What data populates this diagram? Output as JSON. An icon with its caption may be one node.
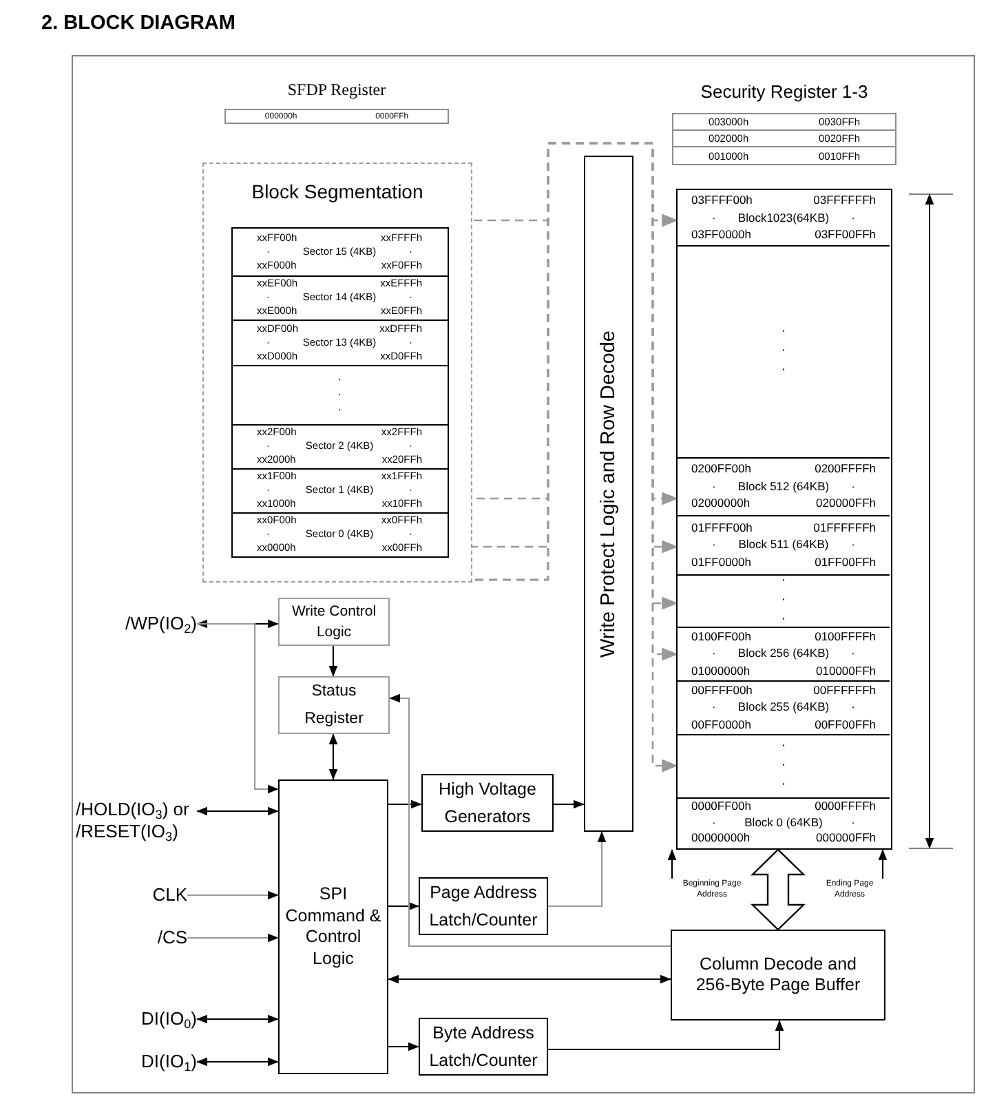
{
  "diagram": {
    "title": "2. BLOCK DIAGRAM",
    "nodes": [
      {
        "text": [
          "SFDP Register",
          "000000h",
          "0000FFh"
        ]
      },
      {
        "text": [
          "Security Register 1-3"
        ]
      },
      {
        "text": [
          "003000h",
          "0030FFh"
        ],
        "in": 1
      },
      {
        "text": [
          "002000h",
          "0020FFh"
        ],
        "in": 1
      },
      {
        "text": [
          "001000h",
          "0010FFh"
        ],
        "in": 1
      },
      {
        "text": [
          "Block Segmentation"
        ]
      },
      {
        "text": [
          "xxFF00h",
          "xxFFFFh",
          "·",
          "Sector 15 (4KB)",
          "·",
          "xxF000h",
          "xxF0FFh"
        ],
        "in": 5
      },
      {
        "text": [
          "xxEF00h",
          "xxEFFFh",
          "·",
          "Sector 14 (4KB)",
          "·",
          "xxE000h",
          "xxE0FFh"
        ],
        "in": 5
      },
      {
        "text": [
          "xxDF00h",
          "xxDFFFh",
          "·",
          "Sector 13 (4KB)",
          "·",
          "xxD000h",
          "xxD0FFh"
        ],
        "in": 5
      },
      {
        "text": [
          "· · ·"
        ],
        "in": 5
      },
      {
        "text": [
          "xx2F00h",
          "xx2FFFh",
          "·",
          "Sector 2 (4KB)",
          "·",
          "xx2000h",
          "xx20FFh"
        ],
        "in": 5
      },
      {
        "text": [
          "xx1F00h",
          "xx1FFFh",
          "·",
          "Sector 1 (4KB)",
          "·",
          "xx1000h",
          "xx10FFh"
        ],
        "in": 5
      },
      {
        "text": [
          "xx0F00h",
          "xx0FFFh",
          "·",
          "Sector 0 (4KB)",
          "·",
          "xx0000h",
          "xx00FFh"
        ],
        "in": 5
      },
      {
        "text": [
          "Write Protect Logic and Row Decode"
        ]
      },
      {
        "text": [],
        "shape": "box"
      },
      {
        "text": [
          "03FFFF00h",
          "03FFFFFFh",
          "·",
          "Block1023(64KB)",
          "·",
          "03FF0000h",
          "03FF00FFh"
        ],
        "in": 14
      },
      {
        "text": [
          "· · ·"
        ],
        "in": 14
      },
      {
        "text": [
          "0200FF00h",
          "0200FFFFh",
          "·",
          "Block 512 (64KB)",
          "·",
          "02000000h",
          "020000FFh"
        ],
        "in": 14
      },
      {
        "text": [
          "01FFFF00h",
          "01FFFFFFh",
          "·",
          "Block 511 (64KB)",
          "·",
          "01FF0000h",
          "01FF00FFh"
        ],
        "in": 14
      },
      {
        "text": [
          "· · ·"
        ],
        "in": 14
      },
      {
        "text": [
          "0100FF00h",
          "0100FFFFh",
          "·",
          "Block 256 (64KB)",
          "·",
          "01000000h",
          "010000FFh"
        ],
        "in": 14
      },
      {
        "text": [
          "00FFFF00h",
          "00FFFFFFh",
          "·",
          "Block 255 (64KB)",
          "·",
          "00FF0000h",
          "00FF00FFh"
        ],
        "in": 14
      },
      {
        "text": [
          "· · ·"
        ],
        "in": 14
      },
      {
        "text": [
          "0000FF00h",
          "0000FFFFh",
          "·",
          "Block 0 (64KB)",
          "·",
          "00000000h",
          "000000FFh"
        ],
        "in": 14
      },
      {
        "text": [
          "/WP(IO$_{2}$)"
        ]
      },
      {
        "text": [
          "Write Control Logic"
        ]
      },
      {
        "text": [
          "Status Register"
        ]
      },
      {
        "text": [
          "/HOLD(IO$_{3}$) or /RESET(IO$_{3}$)"
        ]
      },
      {
        "text": [
          "SPI Command & Control Logic"
        ]
      },
      {
        "text": [
          "High Voltage Generators"
        ]
      },
      {
        "text": [
          "CLK"
        ]
      },
      {
        "text": [
          "Page Address Latch/Counter"
        ]
      },
      {
        "text": [
          "/CS"
        ]
      },
      {
        "text": [
          "Beginning Page Address"
        ]
      },
      {
        "text": [
          "Ending Page Address"
        ]
      },
      {
        "text": [
          "Column Decode and 256-Byte Page Buffer"
        ]
      },
      {
        "text": [
          "DI(IO$_{0}$)"
        ]
      },
      {
        "text": [
          "Byte Address Latch/Counter"
        ]
      },
      {
        "text": [
          "DI(IO$_{1}$)"
        ]
      }
    ],
    "edges": [
      {
        "from": 5,
        "to": 15,
        "arrow": "to",
        "style": "dashed",
        "color": "#999999"
      },
      {
        "from": 5,
        "to": 17,
        "arrow": "to",
        "style": "dashed",
        "color": "#999999"
      },
      {
        "from": 5,
        "to": 18,
        "arrow": "to",
        "style": "dashed",
        "color": "#999999"
      },
      {
        "from": 5,
        "to": 19,
        "arrow": "to",
        "style": "dashed",
        "color": "#999999"
      },
      {
        "from": 5,
        "to": 20,
        "arrow": "to",
        "style": "dashed",
        "color": "#999999"
      },
      {
        "from": 5,
        "to": 22,
        "arrow": "to",
        "style": "dashed",
        "color": "#999999"
      },
      {
        "from": 24,
        "to": 25,
        "arrow": "both"
      },
      {
        "from": 24,
        "to": 28,
        "arrow": "to",
        "color": "#999999"
      },
      {
        "from": 25,
        "to": 26,
        "arrow": "to"
      },
      {
        "from": 26,
        "to": 28,
        "arrow": "both"
      },
      {
        "from": 27,
        "to": 28,
        "arrow": "both"
      },
      {
        "from": 28,
        "to": 29,
        "arrow": "to"
      },
      {
        "from": 29,
        "to": 13,
        "arrow": "to"
      },
      {
        "from": 30,
        "to": 28,
        "arrow": "to",
        "color": "#999999"
      },
      {
        "from": 28,
        "to": 31,
        "arrow": "to"
      },
      {
        "from": 31,
        "to": 13,
        "arrow": "to",
        "color": "#999999"
      },
      {
        "from": 32,
        "to": 28,
        "arrow": "to",
        "color": "#999999"
      },
      {
        "from": 35,
        "to": 26,
        "arrow": "to",
        "color": "#999999"
      },
      {
        "from": 28,
        "to": 35,
        "arrow": "both"
      },
      {
        "from": 36,
        "to": 28,
        "arrow": "both"
      },
      {
        "from": 28,
        "to": 37,
        "arrow": "to"
      },
      {
        "from": 37,
        "to": 35,
        "arrow": "to"
      },
      {
        "from": 38,
        "to": 28,
        "arrow": "both"
      },
      {
        "from": 35,
        "to": 14,
        "arrow": "both",
        "style": "thick"
      },
      {
        "from": 33,
        "to": 14,
        "arrow": "to"
      },
      {
        "from": 34,
        "to": 14,
        "arrow": "to"
      }
    ]
  }
}
